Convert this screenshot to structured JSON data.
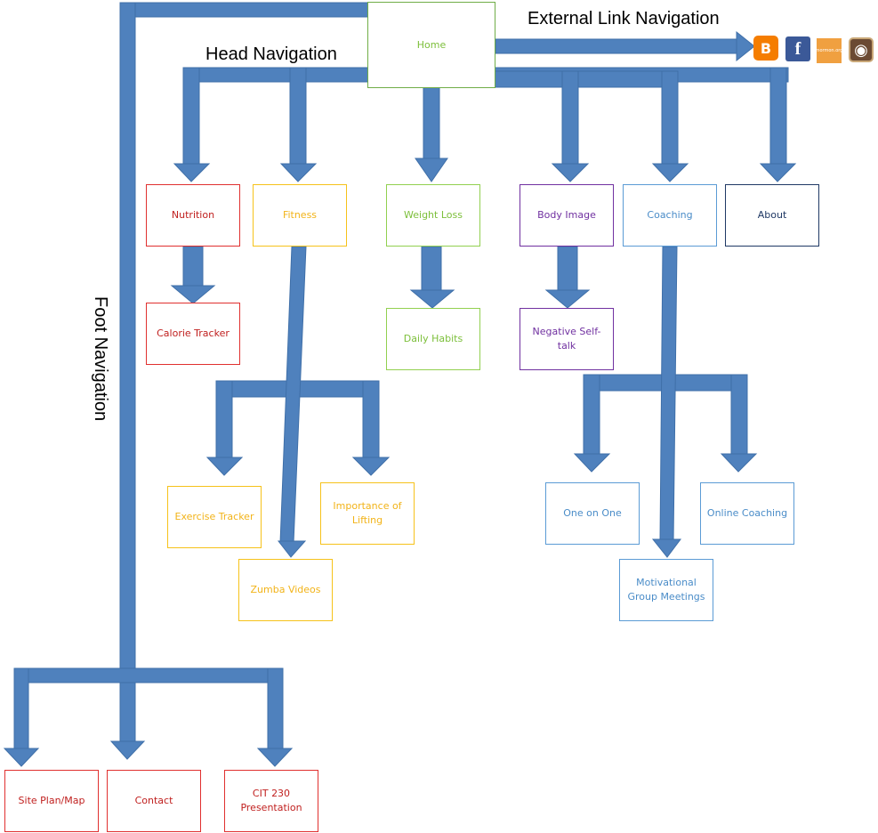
{
  "labels": {
    "external": "External Link Navigation",
    "head": "Head Navigation",
    "foot": "Foot Navigation"
  },
  "nodes": {
    "home": "Home",
    "nutrition": "Nutrition",
    "fitness": "Fitness",
    "weight_loss": "Weight Loss",
    "body_image": "Body Image",
    "coaching": "Coaching",
    "about": "About",
    "calorie_tracker": "Calorie Tracker",
    "daily_habits": "Daily Habits",
    "negative_self_talk": "Negative Self-talk",
    "exercise_tracker": "Exercise Tracker",
    "importance_of_lifting": "Importance of Lifting",
    "zumba_videos": "Zumba Videos",
    "one_on_one": "One on One",
    "online_coaching": "Online Coaching",
    "motivational_group_meetings": "Motivational Group Meetings",
    "site_plan_map": "Site Plan/Map",
    "contact": "Contact",
    "cit_230_presentation": "CIT 230 Presentation"
  },
  "external_icons": [
    {
      "name": "blogger-icon",
      "glyph": "B",
      "color": "#f57d00"
    },
    {
      "name": "facebook-icon",
      "glyph": "f",
      "color": "#3b5998"
    },
    {
      "name": "mormon-org-icon",
      "glyph": "mormon.org",
      "color": "#f0a040"
    },
    {
      "name": "instagram-icon",
      "glyph": "◉",
      "color": "#6b4a33"
    }
  ],
  "colors": {
    "arrow": "#4f81bd",
    "red": "#e0302f",
    "orange": "#f6c21a",
    "green": "#92d050",
    "purple": "#7030a0",
    "blue": "#5b9bd5",
    "navy": "#1f3864"
  }
}
